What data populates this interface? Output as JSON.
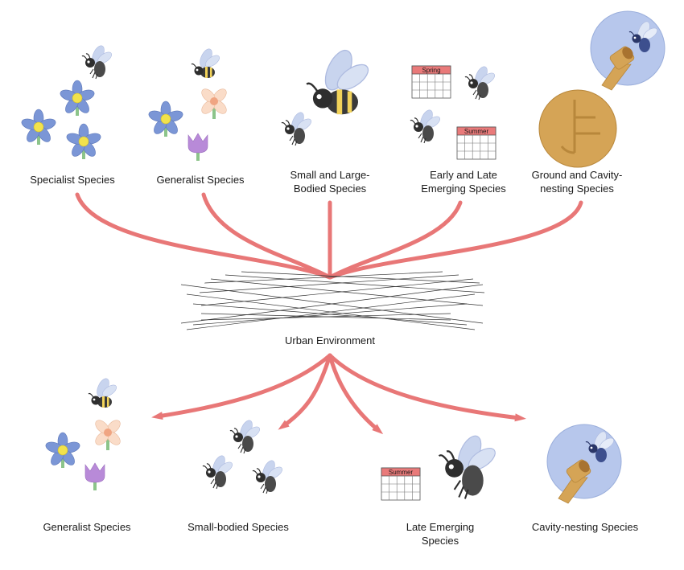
{
  "top_groups": [
    {
      "id": "specialist",
      "lines": [
        "Specialist Species"
      ]
    },
    {
      "id": "generalist",
      "lines": [
        "Generalist Species"
      ]
    },
    {
      "id": "body-size",
      "lines": [
        "Small and Large-",
        "Bodied Species"
      ]
    },
    {
      "id": "emergence",
      "lines": [
        "Early and Late",
        "Emerging Species"
      ]
    },
    {
      "id": "nesting",
      "lines": [
        "Ground and Cavity-",
        "nesting Species"
      ]
    }
  ],
  "center_label": "Urban Environment",
  "bottom_groups": [
    {
      "id": "generalist",
      "lines": [
        "Generalist Species"
      ]
    },
    {
      "id": "small-bodied",
      "lines": [
        "Small-bodied Species"
      ]
    },
    {
      "id": "late-emerging",
      "lines": [
        "Late Emerging",
        "Species"
      ]
    },
    {
      "id": "cavity-nesting",
      "lines": [
        "Cavity-nesting Species"
      ]
    }
  ],
  "calendars": {
    "spring": "Spring",
    "summer": "Summer"
  },
  "icons": [
    "bee-icon",
    "blue-flower-icon",
    "peach-flower-icon",
    "tulip-icon",
    "calendar-icon",
    "nest-circle-icon",
    "ground-nest-icon",
    "urban-grid-icon",
    "arrow-icon"
  ],
  "colors": {
    "arrow": "#e87777",
    "blue_flower": "#7b96d6",
    "flower_center": "#f2e24c",
    "peach_flower": "#fadcc8",
    "tulip": "#b88ad8",
    "nest_circle": "#b7c7ec",
    "ground": "#d5a456",
    "bee_body": "#4a4a4a",
    "bee_stripe": "#f2d35a",
    "wing": "#c8d4ee",
    "calendar_header": "#e97a7a"
  }
}
